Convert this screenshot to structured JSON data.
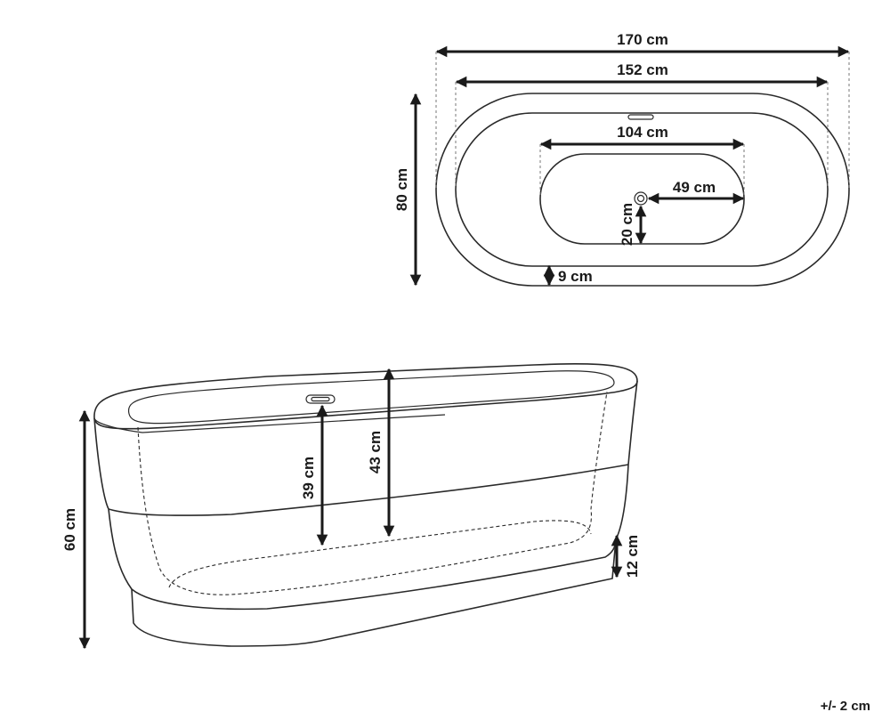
{
  "top_view": {
    "overall_length": "170 cm",
    "rim_length": "152 cm",
    "inner_length": "104 cm",
    "drain_to_end": "49 cm",
    "drain_offset": "20 cm",
    "rim_thickness": "9 cm",
    "overall_width": "80 cm"
  },
  "side_view": {
    "overall_height": "60 cm",
    "depth_at_drain": "39 cm",
    "inner_depth": "43 cm",
    "base_height": "12 cm"
  },
  "tolerance": "+/- 2 cm"
}
